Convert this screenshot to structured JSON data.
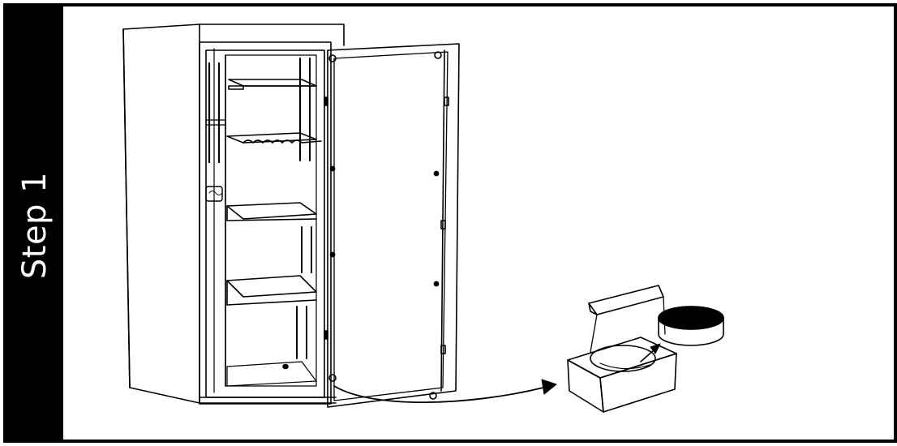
{
  "step": {
    "label": "Step 1"
  },
  "colors": {
    "ink": "#000000",
    "paper": "#ffffff"
  },
  "illustration": {
    "objects": [
      "safe-cabinet-open-door",
      "foam-box",
      "round-disc"
    ],
    "icons": [
      "arrow-curve-icon",
      "arrow-small-icon"
    ]
  }
}
